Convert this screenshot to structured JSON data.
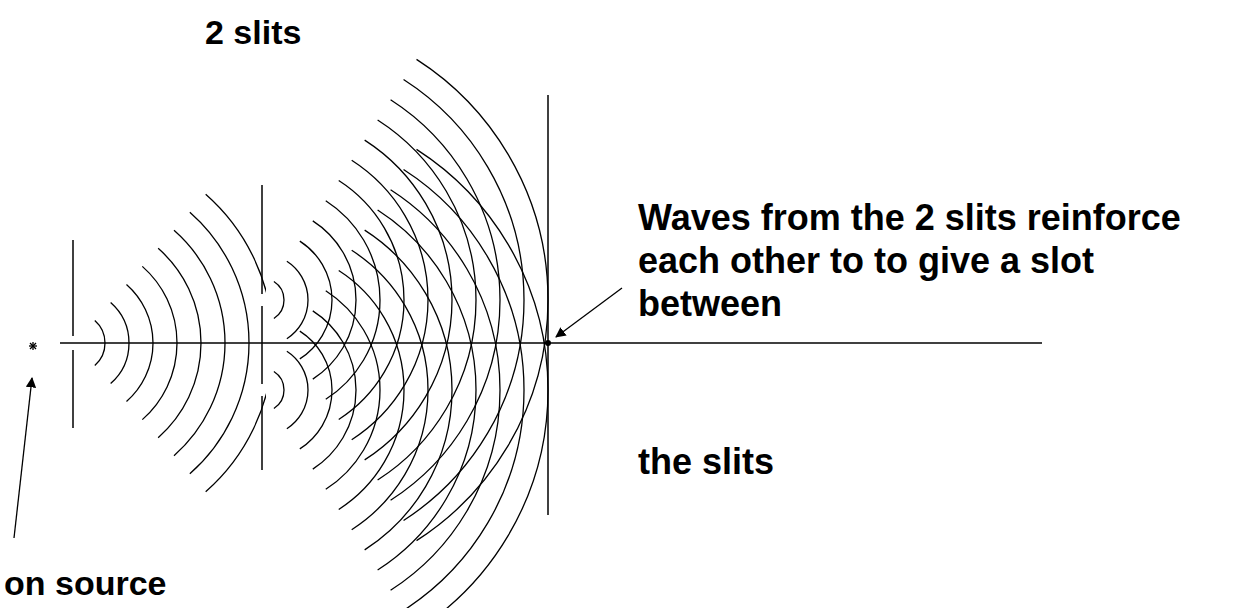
{
  "diagram": {
    "labels": [
      "2 slits",
      "Waves from the 2 slits reinforce each other to to give a slot between",
      "the slits",
      "on source"
    ]
  }
}
